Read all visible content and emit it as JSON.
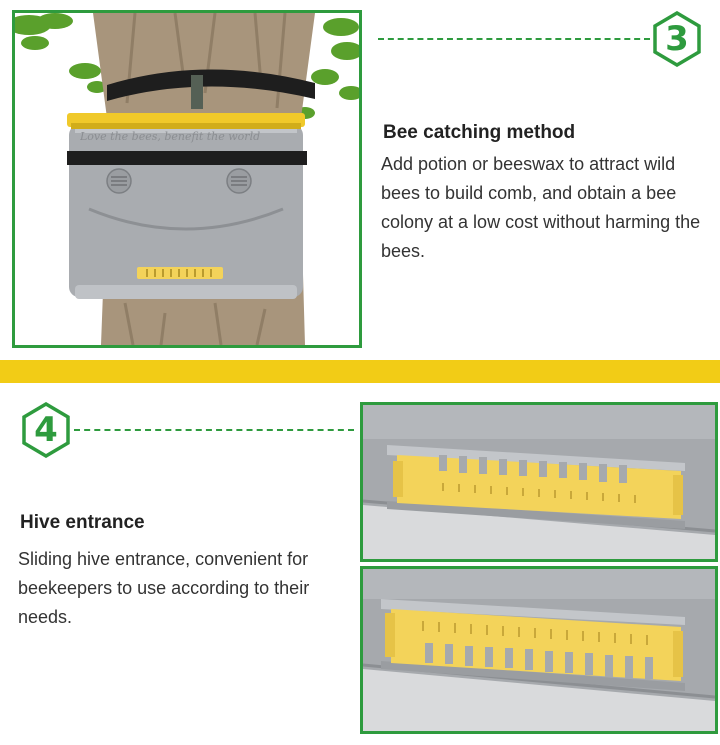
{
  "sections": [
    {
      "number": "3",
      "title": "Bee catching method",
      "description": "Add potion or beeswax to attract wild bees to build comb, and obtain a bee colony at a low cost without harming the bees."
    },
    {
      "number": "4",
      "title": "Hive entrance",
      "description": "Sliding hive entrance, convenient for beekeepers to use according to their needs."
    }
  ],
  "product_embossing": "Love the bees, benefit the world",
  "colors": {
    "accent_green": "#2e9b3e",
    "band_yellow": "#f2cc16",
    "entrance_yellow": "#f3d35a",
    "hive_gray": "#a9acb0"
  },
  "icons": [
    "hexagon-badge-icon"
  ]
}
